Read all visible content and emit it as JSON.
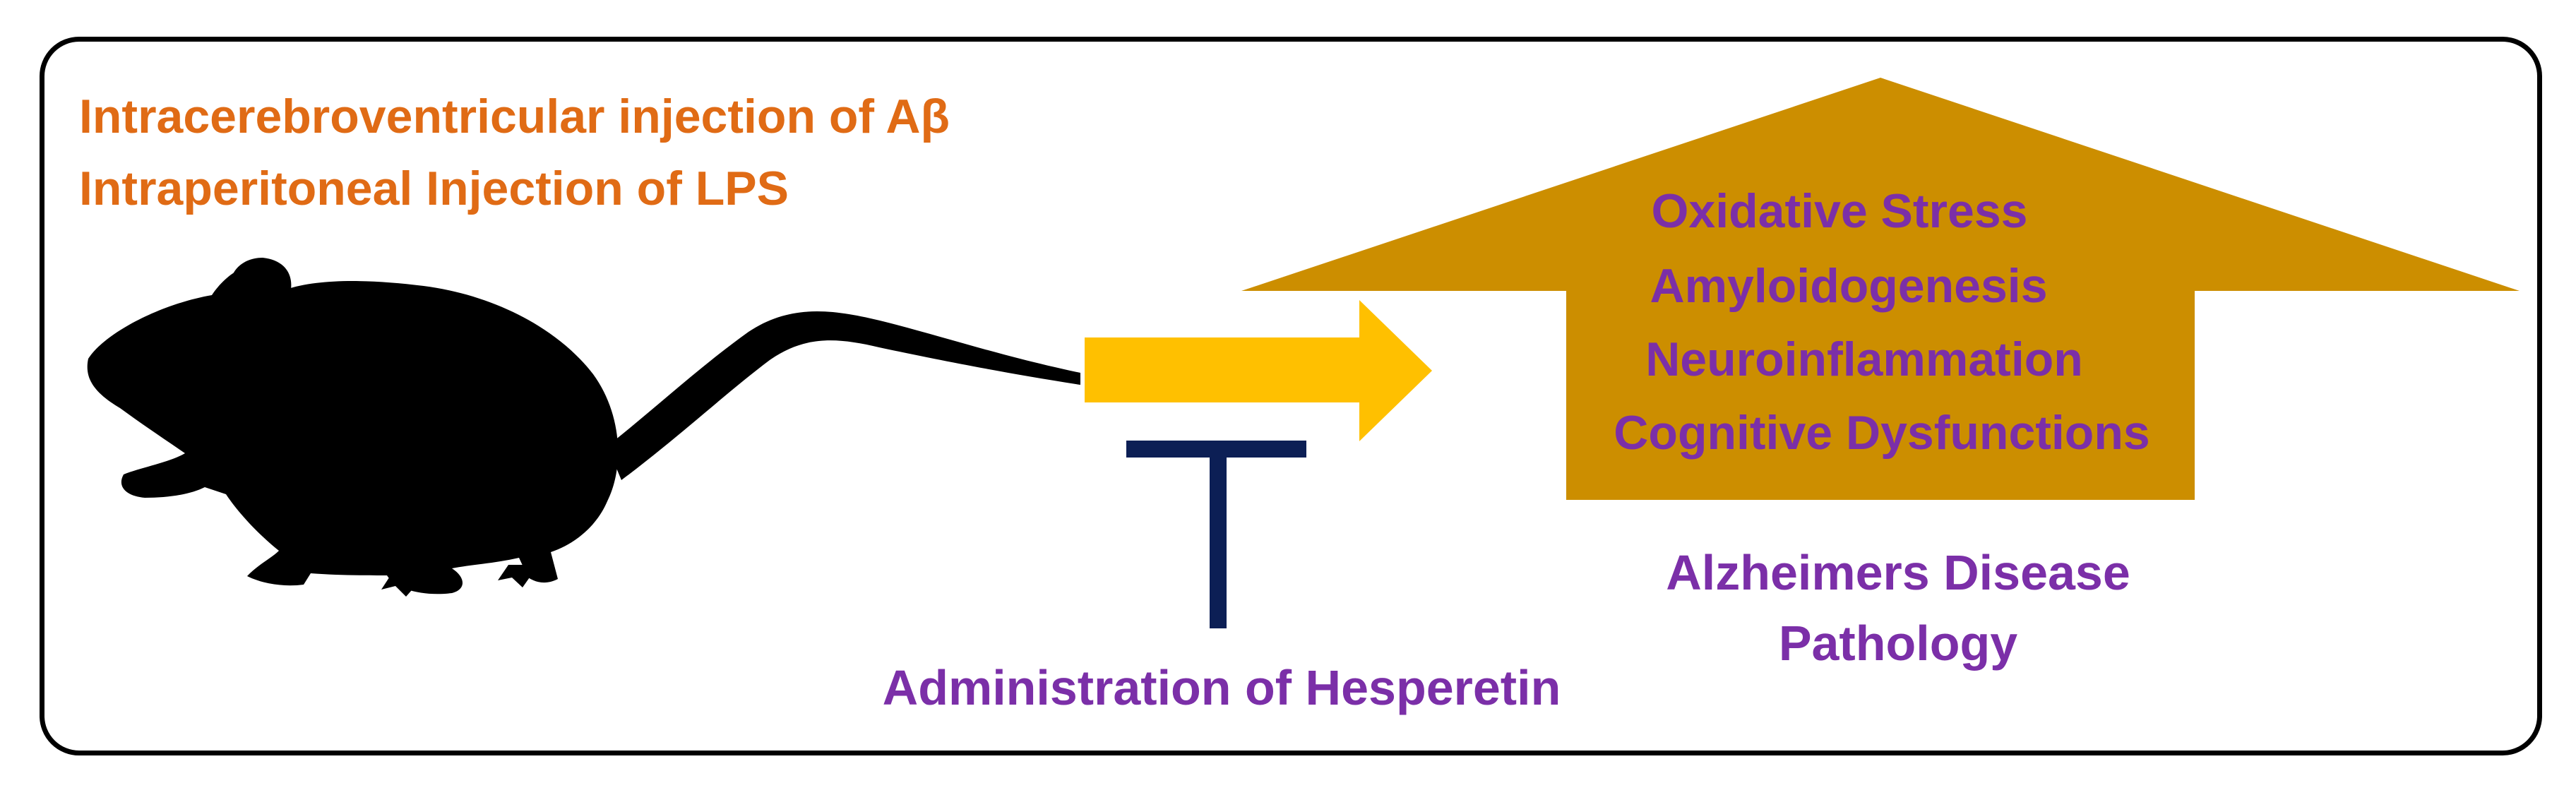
{
  "stimulus": {
    "line1": "Intracerebroventricular injection of Aβ",
    "line2": "Intraperitoneal Injection of LPS",
    "color": "#E06B15"
  },
  "pathology_effects": {
    "items": [
      "Oxidative Stress",
      "Amyloidogenesis",
      "Neuroinflammation",
      "Cognitive Dysfunctions"
    ],
    "text_color": "#7B2FA8",
    "arrow_color": "#CC8E00"
  },
  "outcome": {
    "line1": "Alzheimers Disease",
    "line2": "Pathology",
    "color": "#7B2FA8"
  },
  "treatment": {
    "label": "Administration of Hesperetin",
    "color": "#7B2FA8",
    "inhibitor_color": "#0C1F55"
  },
  "induction_arrow": {
    "color": "#FFC000"
  },
  "icons": {
    "animal": "mouse-silhouette-icon"
  }
}
